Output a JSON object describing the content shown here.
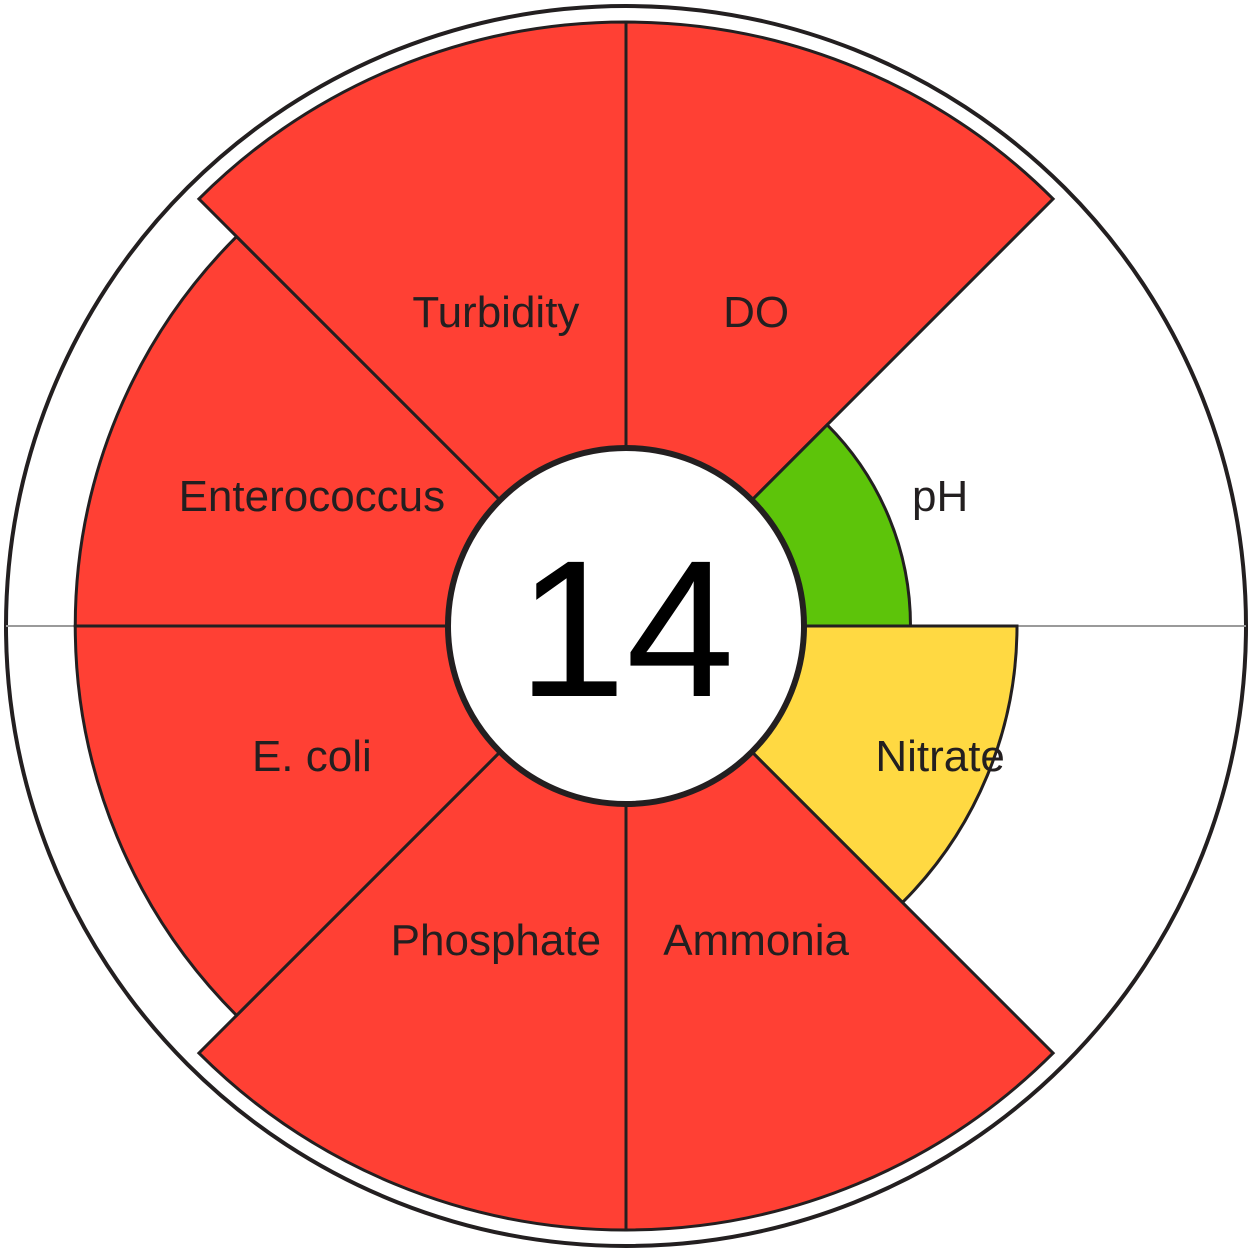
{
  "chart_data": {
    "type": "radial-score",
    "score": "14",
    "max_level": 4,
    "colors": {
      "1": "#ff4034",
      "2": "#ffd942",
      "3": "#5dc40a",
      "outline": "#231f20",
      "label": "#231f20",
      "score": "#000000",
      "background": "#ffffff"
    },
    "segments": [
      {
        "label": "DO",
        "level": 4,
        "rating": 1
      },
      {
        "label": "pH",
        "level": 1,
        "rating": 3
      },
      {
        "label": "Nitrate",
        "level": 2,
        "rating": 2
      },
      {
        "label": "Ammonia",
        "level": 4,
        "rating": 1
      },
      {
        "label": "Phosphate",
        "level": 4,
        "rating": 1
      },
      {
        "label": "E. coli",
        "level": 3.5,
        "rating": 1
      },
      {
        "label": "Enterococcus",
        "level": 3.5,
        "rating": 1
      },
      {
        "label": "Turbidity",
        "level": 4,
        "rating": 1
      }
    ]
  }
}
